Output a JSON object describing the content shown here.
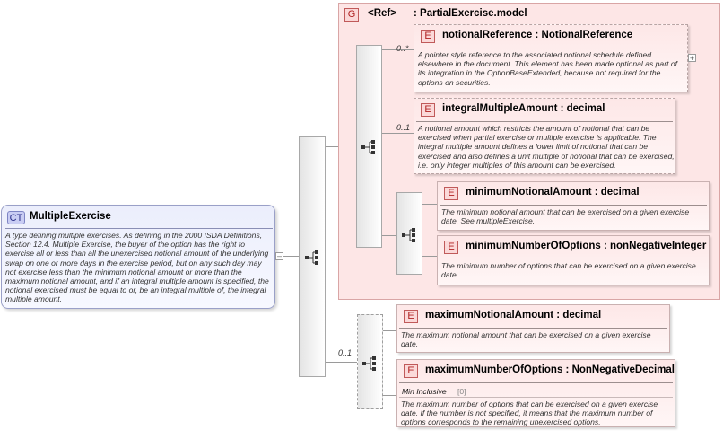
{
  "complex_type": {
    "tag": "CT",
    "name": "MultipleExercise",
    "description": "A type defining multiple exercises. As defining in the 2000 ISDA Definitions, Section 12.4. Multiple Exercise, the buyer of the option has the right to exercise all or less than all the unexercised notional amount of the underlying swap on one or more days in the exercise period, but on any such day may not exercise less than the minimum notional amount or more than the maximum notional amount, and if an integral multiple amount is specified, the notional exercised must be equal to or, be an integral multiple of, the integral multiple amount."
  },
  "group": {
    "tag": "G",
    "ref_label": "<Ref>",
    "name": ": PartialExercise.model",
    "elements": [
      {
        "tag": "E",
        "title": "notionalReference : NotionalReference",
        "cardinality": "0..*",
        "description": "A pointer style reference to the associated notional schedule defined elsewhere in the document. This element has been made optional as part of its integration in the OptionBaseExtended, because not required for the options on securities."
      },
      {
        "tag": "E",
        "title": "integralMultipleAmount : decimal",
        "cardinality": "0..1",
        "description": "A notional amount which restricts the amount of notional that can be exercised when partial exercise or multiple exercise is applicable. The integral multiple amount defines a lower limit of notional that can be exercised and also defines a unit multiple of notional that can be exercised, i.e. only integer multiples of this amount can be exercised."
      }
    ],
    "choice_elements": [
      {
        "tag": "E",
        "title": "minimumNotionalAmount : decimal",
        "description": "The minimum notional amount that can be exercised on a given exercise date. See multipleExercise."
      },
      {
        "tag": "E",
        "title": "minimumNumberOfOptions : nonNegativeInteger",
        "description": "The minimum number of options that can be exercised on a given exercise date."
      }
    ]
  },
  "optional_sequence": {
    "cardinality": "0..1",
    "elements": [
      {
        "tag": "E",
        "title": "maximumNotionalAmount : decimal",
        "description": "The maximum notional amount that can be exercised on a given exercise date."
      },
      {
        "tag": "E",
        "title": "maximumNumberOfOptions : NonNegativeDecimal",
        "facet_label": "Min Inclusive",
        "facet_value": "[0]",
        "description": "The maximum number of options that can be exercised on a given exercise date. If the number is not specified, it means that the maximum number of options corresponds to the remaining unexercised options."
      }
    ]
  },
  "icons": {
    "sequence": "sequence-compositor-icon",
    "expand": "plus-icon",
    "collapse": "minus-icon"
  }
}
